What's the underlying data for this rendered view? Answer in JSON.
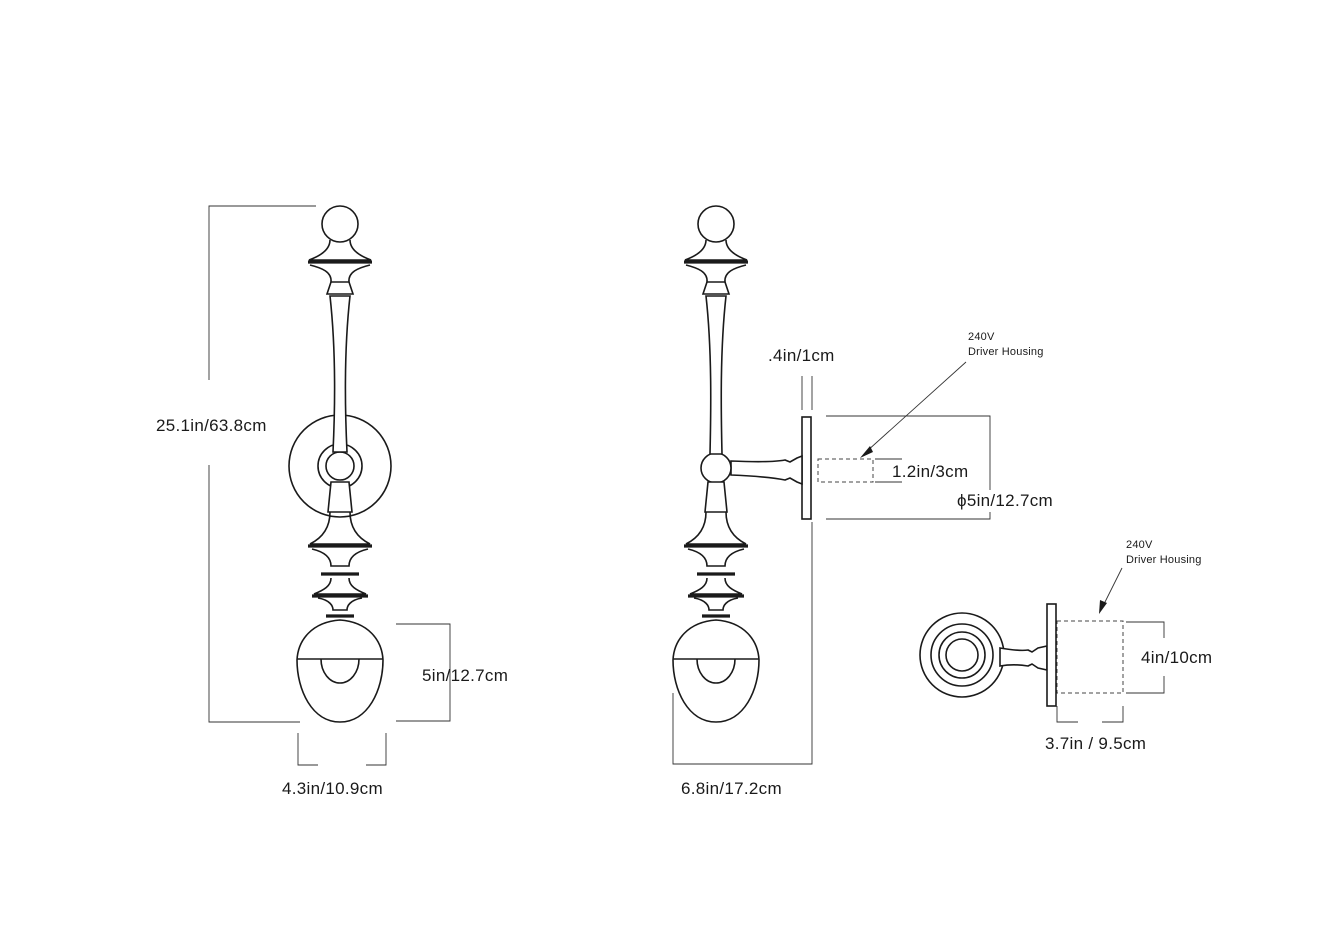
{
  "front_view": {
    "height_label": "25.1in/63.8cm",
    "width_label": "4.3in/10.9cm",
    "shade_height_label": "5in/12.7cm"
  },
  "side_view": {
    "depth_label": "6.8in/17.2cm",
    "plate_thickness_label": ".4in/1cm",
    "plate_diameter_label": "ϕ5in/12.7cm",
    "driver_depth_label": "1.2in/3cm",
    "driver_note_line1": "240V",
    "driver_note_line2": "Driver Housing"
  },
  "plan_view": {
    "driver_note_line1": "240V",
    "driver_note_line2": "Driver Housing",
    "driver_height_label": "4in/10cm",
    "driver_width_label": "3.7in / 9.5cm"
  }
}
